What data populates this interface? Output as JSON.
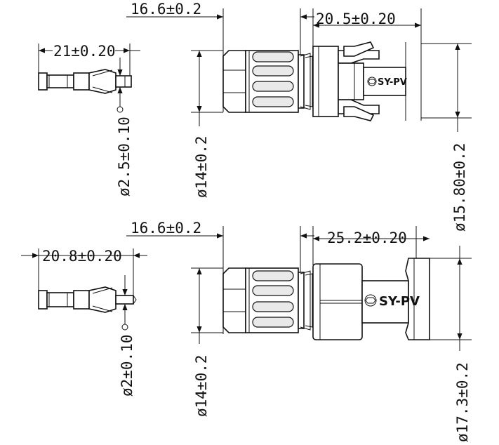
{
  "top": {
    "pin_length": "21±0.20",
    "pin_diameter": "ø2.5±0.10",
    "nut_length": "16.6±0.2",
    "body_length": "20.5±0.20",
    "nut_diameter": "ø14±0.2",
    "body_diameter": "ø15.80±0.2",
    "brand": "SY-PV"
  },
  "bottom": {
    "pin_length": "20.8±0.20",
    "pin_diameter": "ø2±0.10",
    "nut_length": "16.6±0.2",
    "body_length": "25.2±0.20",
    "nut_diameter": "ø14±0.2",
    "body_diameter": "ø17.3±0.2",
    "brand": "SY-PV"
  },
  "icons": [
    "hex-logo-icon"
  ]
}
